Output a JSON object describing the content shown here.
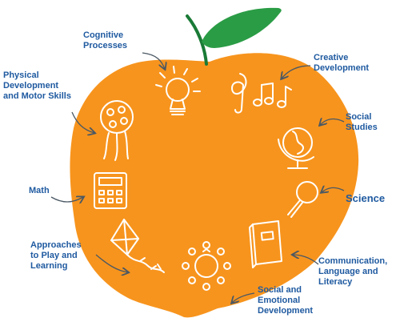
{
  "colors": {
    "peach": "#f7941d",
    "leaf": "#2a9c45",
    "stem": "#1a7a36",
    "label": "#1f5aa0",
    "arrow": "#4a5864",
    "icon": "#ffffff"
  },
  "domains": {
    "cognitive": {
      "text": "Cognitive\nProcesses",
      "icon": "lightbulb-icon"
    },
    "creative": {
      "text": "Creative\nDevelopment",
      "icon": "music-notes-icon"
    },
    "physical": {
      "text": "Physical\nDevelopment\nand Motor Skills",
      "icon": "ball-icon"
    },
    "social_studies": {
      "text": "Social\nStudies",
      "icon": "globe-icon"
    },
    "science": {
      "text": "Science",
      "icon": "magnifying-glass-icon"
    },
    "math": {
      "text": "Math",
      "icon": "calculator-icon"
    },
    "approaches": {
      "text": "Approaches\nto Play and\nLearning",
      "icon": "kite-icon"
    },
    "communication": {
      "text": "Communication,\nLanguage and\nLiteracy",
      "icon": "book-icon"
    },
    "social_emotional": {
      "text": "Social and\nEmotional\nDevelopment",
      "icon": "people-circle-icon"
    }
  }
}
